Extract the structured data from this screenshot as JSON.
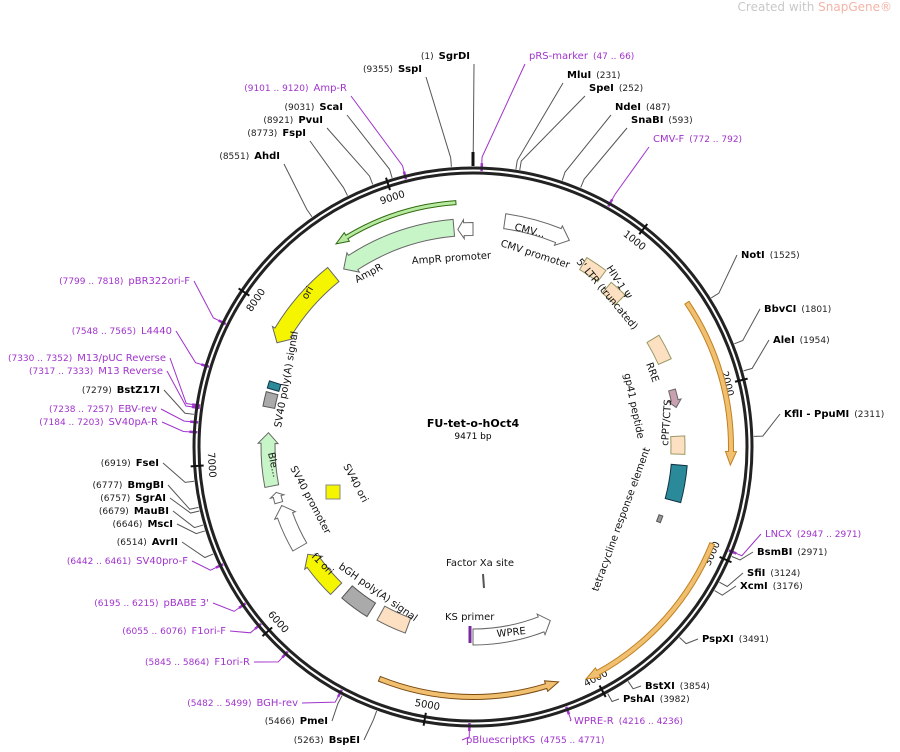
{
  "credit": {
    "prefix": "Created with ",
    "brand": "SnapGene",
    "mark": "®"
  },
  "map": {
    "title": "FU-tet-o-hOct4",
    "size": "9471 bp",
    "total_bp": 9471
  },
  "colors": {
    "primer": "#a033cc",
    "enzyme": "#000000",
    "ring": "#222222"
  },
  "ticks": [
    "1000",
    "2000",
    "3000",
    "4000",
    "5000",
    "6000",
    "7000",
    "8000",
    "9000"
  ],
  "sites": [
    {
      "name": "SgrDI",
      "pos": "(1)",
      "type": "enzyme"
    },
    {
      "name": "SspI",
      "pos": "(9355)",
      "type": "enzyme"
    },
    {
      "name": "Amp-R",
      "pos": "(9101 .. 9120)",
      "type": "primer"
    },
    {
      "name": "ScaI",
      "pos": "(9031)",
      "type": "enzyme"
    },
    {
      "name": "PvuI",
      "pos": "(8921)",
      "type": "enzyme"
    },
    {
      "name": "FspI",
      "pos": "(8773)",
      "type": "enzyme"
    },
    {
      "name": "AhdI",
      "pos": "(8551)",
      "type": "enzyme"
    },
    {
      "name": "pRS-marker",
      "pos": "(47 .. 66)",
      "type": "primer"
    },
    {
      "name": "MluI",
      "pos": "(231)",
      "type": "enzyme"
    },
    {
      "name": "SpeI",
      "pos": "(252)",
      "type": "enzyme"
    },
    {
      "name": "NdeI",
      "pos": "(487)",
      "type": "enzyme"
    },
    {
      "name": "SnaBI",
      "pos": "(593)",
      "type": "enzyme"
    },
    {
      "name": "CMV-F",
      "pos": "(772 .. 792)",
      "type": "primer"
    },
    {
      "name": "NotI",
      "pos": "(1525)",
      "type": "enzyme"
    },
    {
      "name": "BbvCI",
      "pos": "(1801)",
      "type": "enzyme"
    },
    {
      "name": "AleI",
      "pos": "(1954)",
      "type": "enzyme"
    },
    {
      "name": "KflI - PpuMI",
      "pos": "(2311)",
      "type": "enzyme"
    },
    {
      "name": "LNCX",
      "pos": "(2947 .. 2971)",
      "type": "primer"
    },
    {
      "name": "BsmBI",
      "pos": "(2971)",
      "type": "enzyme"
    },
    {
      "name": "SfiI",
      "pos": "(3124)",
      "type": "enzyme"
    },
    {
      "name": "XcmI",
      "pos": "(3176)",
      "type": "enzyme"
    },
    {
      "name": "PspXI",
      "pos": "(3491)",
      "type": "enzyme"
    },
    {
      "name": "BstXI",
      "pos": "(3854)",
      "type": "enzyme"
    },
    {
      "name": "PshAI",
      "pos": "(3982)",
      "type": "enzyme"
    },
    {
      "name": "WPRE-R",
      "pos": "(4216 .. 4236)",
      "type": "primer"
    },
    {
      "name": "pBluescriptKS",
      "pos": "(4755 .. 4771)",
      "type": "primer"
    },
    {
      "name": "BspEI",
      "pos": "(5263)",
      "type": "enzyme"
    },
    {
      "name": "PmeI",
      "pos": "(5466)",
      "type": "enzyme"
    },
    {
      "name": "BGH-rev",
      "pos": "(5482 .. 5499)",
      "type": "primer"
    },
    {
      "name": "F1ori-R",
      "pos": "(5845 .. 5864)",
      "type": "primer"
    },
    {
      "name": "F1ori-F",
      "pos": "(6055 .. 6076)",
      "type": "primer"
    },
    {
      "name": "pBABE 3'",
      "pos": "(6195 .. 6215)",
      "type": "primer"
    },
    {
      "name": "SV40pro-F",
      "pos": "(6442 .. 6461)",
      "type": "primer"
    },
    {
      "name": "AvrII",
      "pos": "(6514)",
      "type": "enzyme"
    },
    {
      "name": "MscI",
      "pos": "(6646)",
      "type": "enzyme"
    },
    {
      "name": "MauBI",
      "pos": "(6679)",
      "type": "enzyme"
    },
    {
      "name": "SgrAI",
      "pos": "(6757)",
      "type": "enzyme"
    },
    {
      "name": "BmgBI",
      "pos": "(6777)",
      "type": "enzyme"
    },
    {
      "name": "FseI",
      "pos": "(6919)",
      "type": "enzyme"
    },
    {
      "name": "SV40pA-R",
      "pos": "(7184 .. 7203)",
      "type": "primer"
    },
    {
      "name": "EBV-rev",
      "pos": "(7238 .. 7257)",
      "type": "primer"
    },
    {
      "name": "BstZ17I",
      "pos": "(7279)",
      "type": "enzyme"
    },
    {
      "name": "M13 Reverse",
      "pos": "(7317 .. 7333)",
      "type": "primer"
    },
    {
      "name": "M13/pUC Reverse",
      "pos": "(7330 .. 7352)",
      "type": "primer"
    },
    {
      "name": "L4440",
      "pos": "(7548 .. 7565)",
      "type": "primer"
    },
    {
      "name": "pBR322ori-F",
      "pos": "(7799 .. 7818)",
      "type": "primer"
    }
  ],
  "features": {
    "cmv_short": "CMV...",
    "cmv_promoter": "CMV promoter",
    "ltr5": "5' LTR (truncated)",
    "hiv_psi": "HIV-1 Ψ",
    "rre": "RRE",
    "gp41": "gp41 peptide",
    "cppt": "cPPT/CTS",
    "tre": "tetracycline response element",
    "ampr_promoter": "AmpR promoter",
    "ampr": "AmpR",
    "ori": "ori",
    "sv40_polya": "SV40 poly(A) signal",
    "ble": "Ble...",
    "sv40_promoter": "SV40 promoter",
    "sv40_ori": "SV40 ori",
    "f1_ori": "f1 ori",
    "bgh_polya": "bGH poly(A) signal",
    "factor_xa": "Factor Xa site",
    "ks_primer": "KS primer",
    "wpre": "WPRE"
  }
}
